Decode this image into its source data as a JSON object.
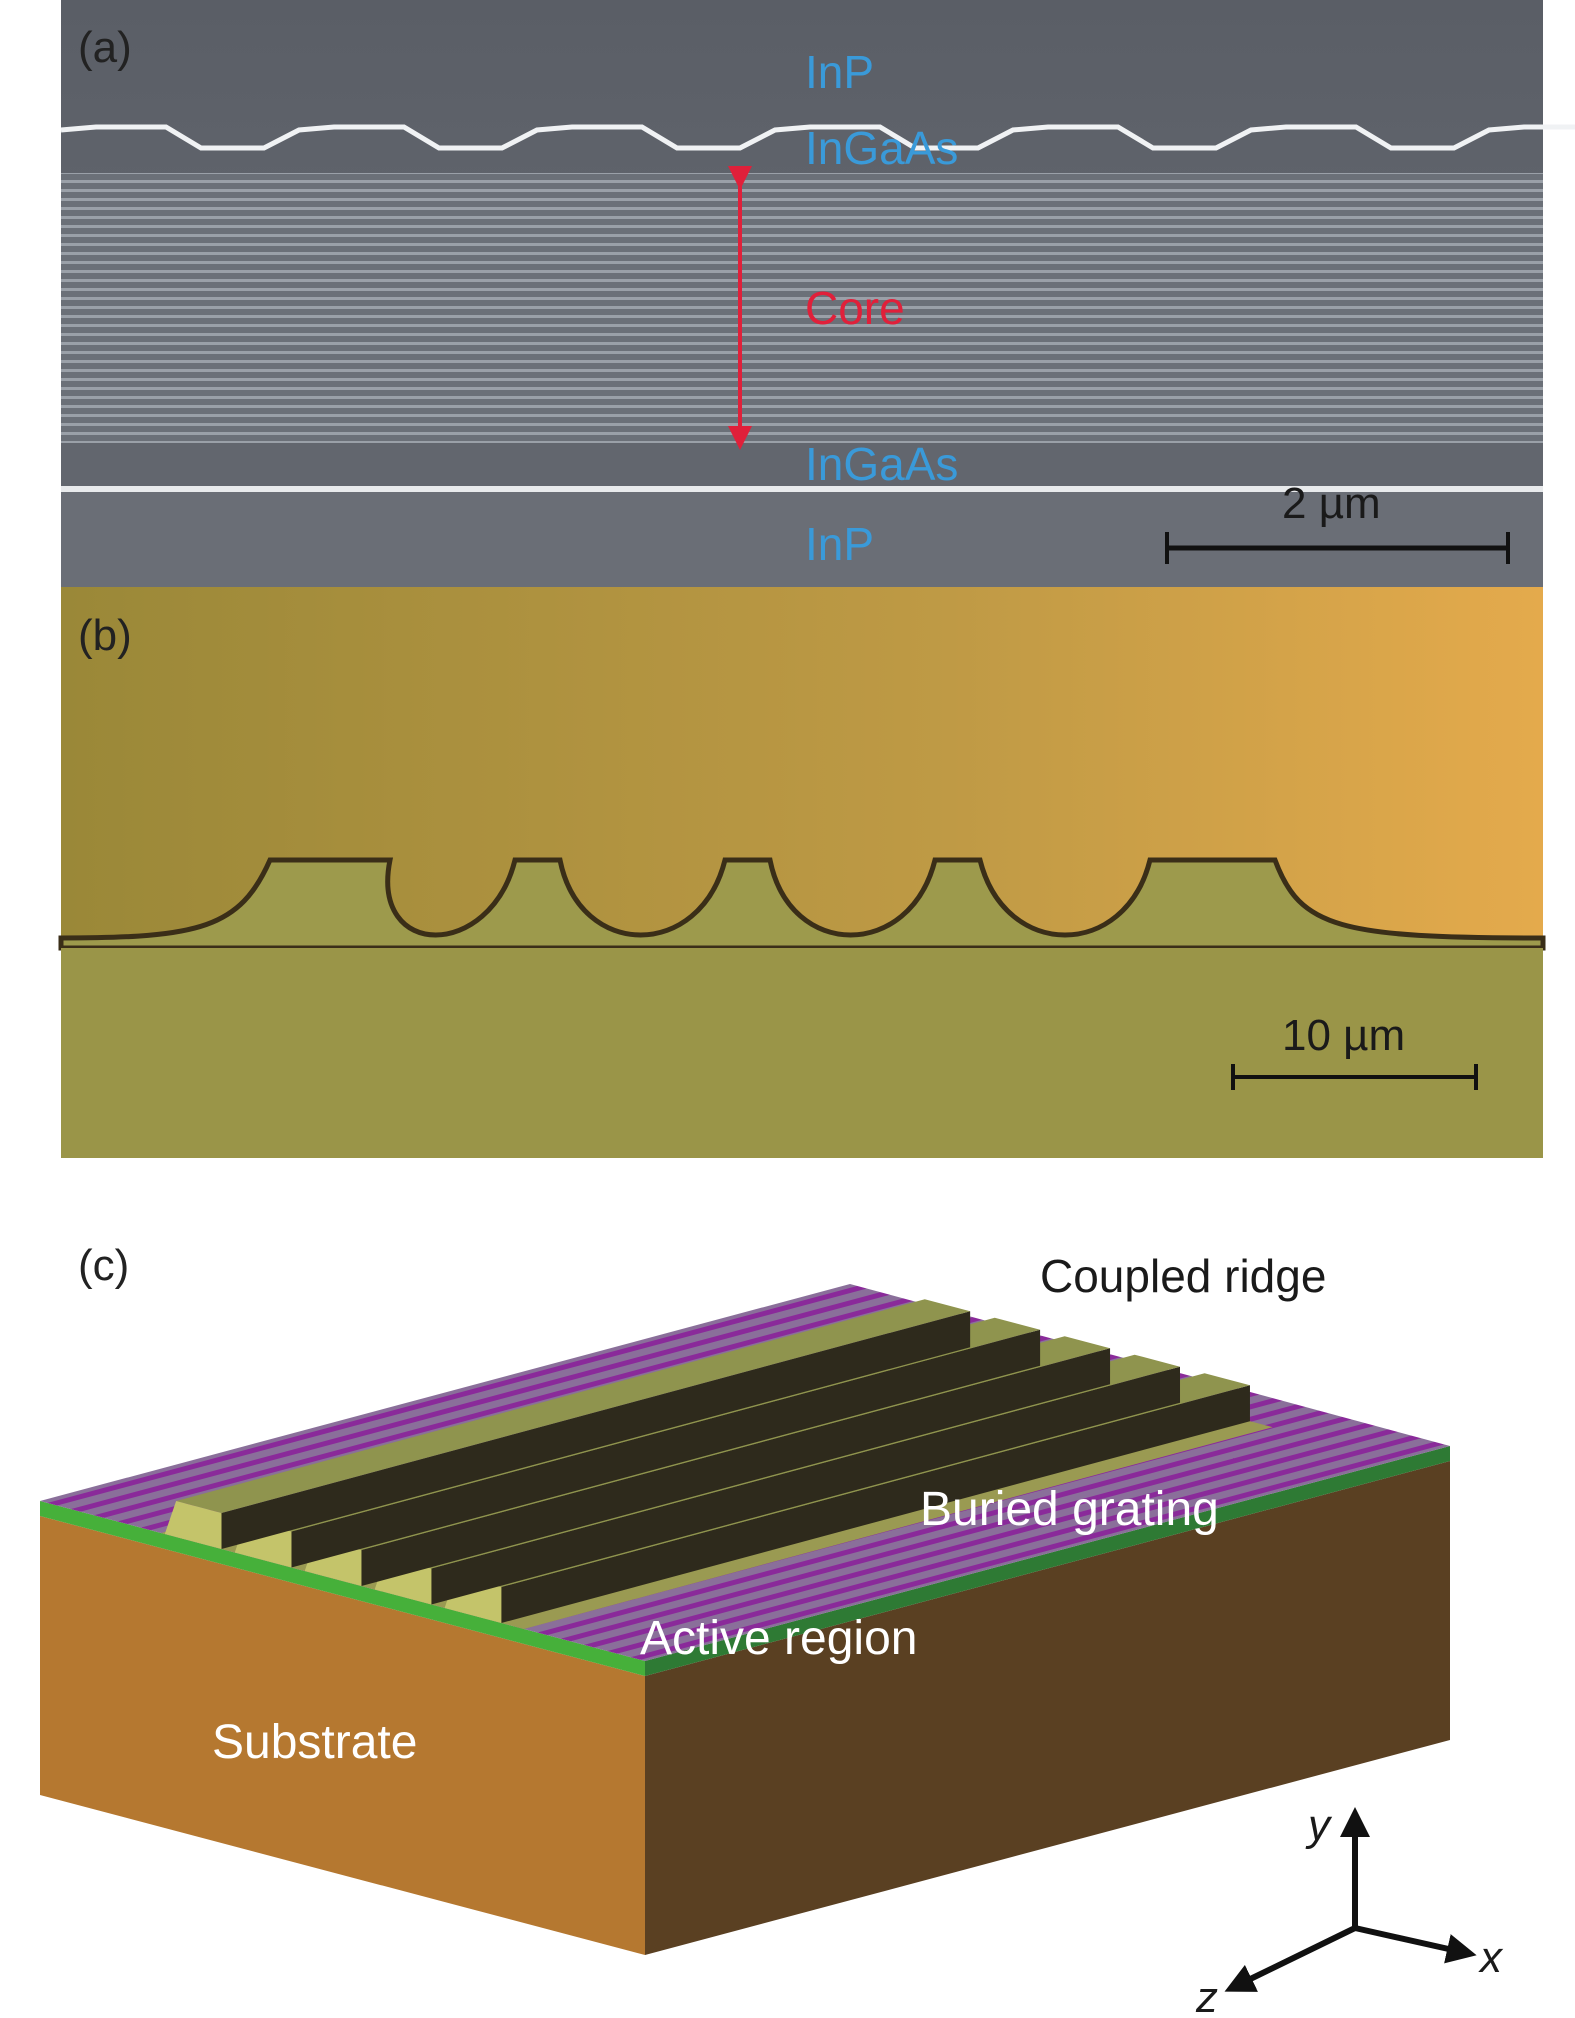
{
  "panel_a": {
    "label": "(a)",
    "layers": {
      "inp_top": "InP",
      "ingaas_top": "InGaAs",
      "core": "Core",
      "ingaas_bottom": "InGaAs",
      "inp_bottom": "InP"
    },
    "scale_bar": "2 µm",
    "colors": {
      "material_label": "#3a9ad9",
      "core_label": "#e0203a"
    }
  },
  "panel_b": {
    "label": "(b)",
    "scale_bar": "10 µm"
  },
  "panel_c": {
    "label": "(c)",
    "labels": {
      "coupled_ridge": "Coupled ridge",
      "buried_grating": "Buried grating",
      "active_region": "Active region",
      "substrate": "Substrate"
    },
    "axes": {
      "x": "x",
      "y": "y",
      "z": "z"
    },
    "colors": {
      "substrate_front": "#b57830",
      "substrate_side": "#5a4022",
      "active_layer": "#46b03a",
      "grating": "#8a2a9a",
      "ridge": "#8f944e",
      "ridge_shadow": "#2e2a1c"
    }
  }
}
